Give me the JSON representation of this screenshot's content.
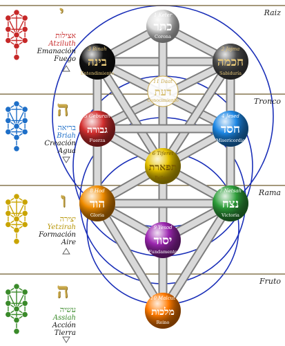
{
  "levels": [
    {
      "key": "raiz",
      "label": "Raiz"
    },
    {
      "key": "tronco",
      "label": "Tronco"
    },
    {
      "key": "rama",
      "label": "Rama"
    },
    {
      "key": "fruto",
      "label": "Fruto"
    }
  ],
  "worlds": [
    {
      "letter": "י",
      "hebrew": "אצילות",
      "name": "Atziluth",
      "es": "Emanación",
      "element": "Fuego",
      "color": "#c62828"
    },
    {
      "letter": "ה",
      "hebrew": "בריאה",
      "name": "Briah",
      "es": "Creación",
      "element": "Agua",
      "color": "#1e6fc8"
    },
    {
      "letter": "ו",
      "hebrew": "יצירה",
      "name": "Yetzirah",
      "es": "Formación",
      "element": "Aire",
      "color": "#c9a400"
    },
    {
      "letter": "ה",
      "hebrew": "עשיה",
      "name": "Assiah",
      "es": "Acción",
      "element": "Tierra",
      "color": "#3a8a2a"
    }
  ],
  "sephirot": [
    {
      "num": "1",
      "name": "Keter",
      "hebrew": "כתר",
      "es": "Corona",
      "color": "#dcdcdc"
    },
    {
      "num": "2",
      "name": "Jojma",
      "hebrew": "חכמה",
      "es": "Sabiduría",
      "color": "#4a4a4a"
    },
    {
      "num": "3",
      "name": "Binah",
      "hebrew": "בינה",
      "es": "Entendimiento",
      "color": "#111111"
    },
    {
      "num": "11",
      "name": "Daat",
      "hebrew": "דעת",
      "es": "Conocimiento",
      "color": "#ffffff"
    },
    {
      "num": "4",
      "name": "Jesed",
      "hebrew": "חסד",
      "es": "Misericordia",
      "color": "#1e88e5"
    },
    {
      "num": "5",
      "name": "Geburah",
      "hebrew": "גבורה",
      "es": "Fuerza",
      "color": "#d32f2f"
    },
    {
      "num": "6",
      "name": "Tiferet",
      "hebrew": "תפארת",
      "es": "Belleza",
      "color": "#e6c200"
    },
    {
      "num": "7",
      "name": "Netsah",
      "hebrew": "נצח",
      "es": "Victoria",
      "color": "#2e9e3a"
    },
    {
      "num": "8",
      "name": "Hod",
      "hebrew": "הוד",
      "es": "Gloria",
      "color": "#f08c00"
    },
    {
      "num": "9",
      "name": "Yesod",
      "hebrew": "יסוד",
      "es": "Fundamento",
      "color": "#9c27b0"
    },
    {
      "num": "10",
      "name": "Malcut",
      "hebrew": "מלכות",
      "es": "Reino",
      "color": "#ff7a00"
    }
  ]
}
